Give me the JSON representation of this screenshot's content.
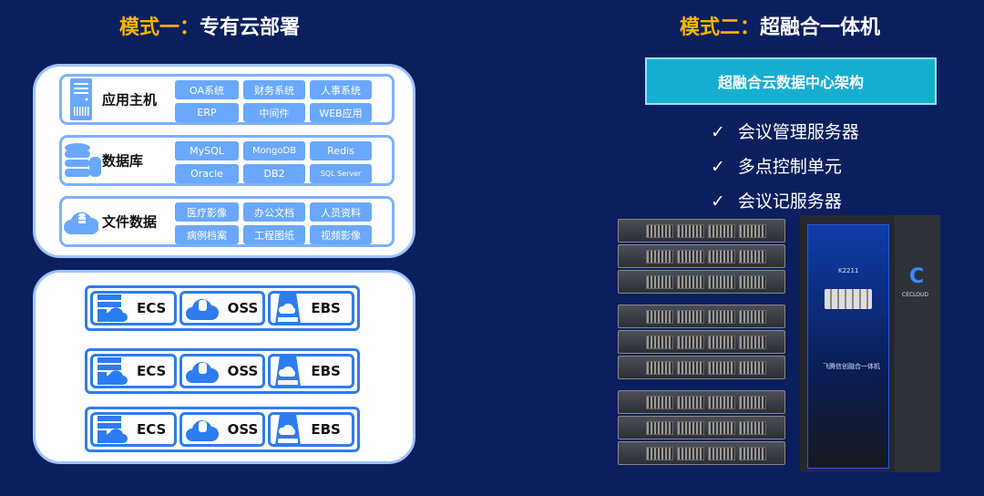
{
  "left": {
    "title_highlight": "模式一：",
    "title_rest": "专有云部署",
    "rows": [
      {
        "label": "应用主机",
        "icon": "server-icon",
        "chips": [
          "OA系统",
          "财务系统",
          "人事系统",
          "ERP",
          "中间件",
          "WEB应用"
        ]
      },
      {
        "label": "数据库",
        "icon": "database-icon",
        "chips": [
          "MySQL",
          "MongoDB",
          "Redis",
          "Oracle",
          "DB2",
          "SQL Server"
        ]
      },
      {
        "label": "文件数据",
        "icon": "cloud-storage-icon",
        "chips": [
          "医疗影像",
          "办公文档",
          "人员资料",
          "病例档案",
          "工程图纸",
          "视频影像"
        ]
      }
    ],
    "services": [
      {
        "ecs": "ECS",
        "oss": "OSS",
        "ebs": "EBS"
      },
      {
        "ecs": "ECS",
        "oss": "OSS",
        "ebs": "EBS"
      },
      {
        "ecs": "ECS",
        "oss": "OSS",
        "ebs": "EBS"
      }
    ]
  },
  "right": {
    "title_highlight": "模式二：",
    "title_rest": "超融合一体机",
    "banner": "超融合云数据中心架构",
    "checks": [
      "会议管理服务器",
      "多点控制单元",
      "会议记服务器"
    ],
    "check_mark": "✓",
    "rack_model": "K2211",
    "rack_caption": "飞腾信创融合一体机",
    "brand": "CECLOUD"
  }
}
